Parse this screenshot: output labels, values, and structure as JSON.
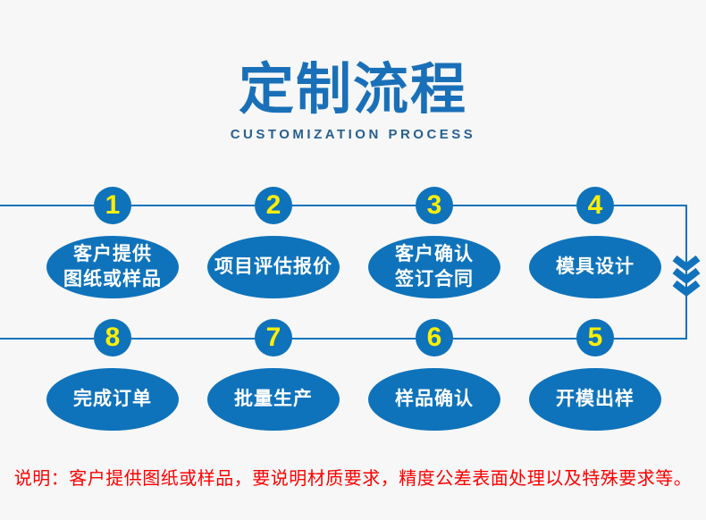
{
  "header": {
    "title": "定制流程",
    "subtitle": "CUSTOMIZATION PROCESS"
  },
  "colors": {
    "title_blue": "#1a70b8",
    "subtitle_blue": "#28608f",
    "primary_blue": "#0f73bb",
    "line_blue": "#1173bb",
    "number_yellow": "#ffef00",
    "step_text_white": "#ffffff",
    "note_red": "#fe0000",
    "background_gray": "#f7f7f7"
  },
  "flow": {
    "steps": [
      {
        "number": "1",
        "label": "客户提供\n图纸或样品"
      },
      {
        "number": "2",
        "label": "项目评估报价"
      },
      {
        "number": "3",
        "label": "客户确认\n签订合同"
      },
      {
        "number": "4",
        "label": "模具设计"
      },
      {
        "number": "8",
        "label": "完成订单"
      },
      {
        "number": "7",
        "label": "批量生产"
      },
      {
        "number": "6",
        "label": "样品确认"
      },
      {
        "number": "5",
        "label": "开模出样"
      }
    ]
  },
  "note": {
    "text": "说明：客户提供图纸或样品，要说明材质要求，精度公差表面处理以及特殊要求等。"
  }
}
